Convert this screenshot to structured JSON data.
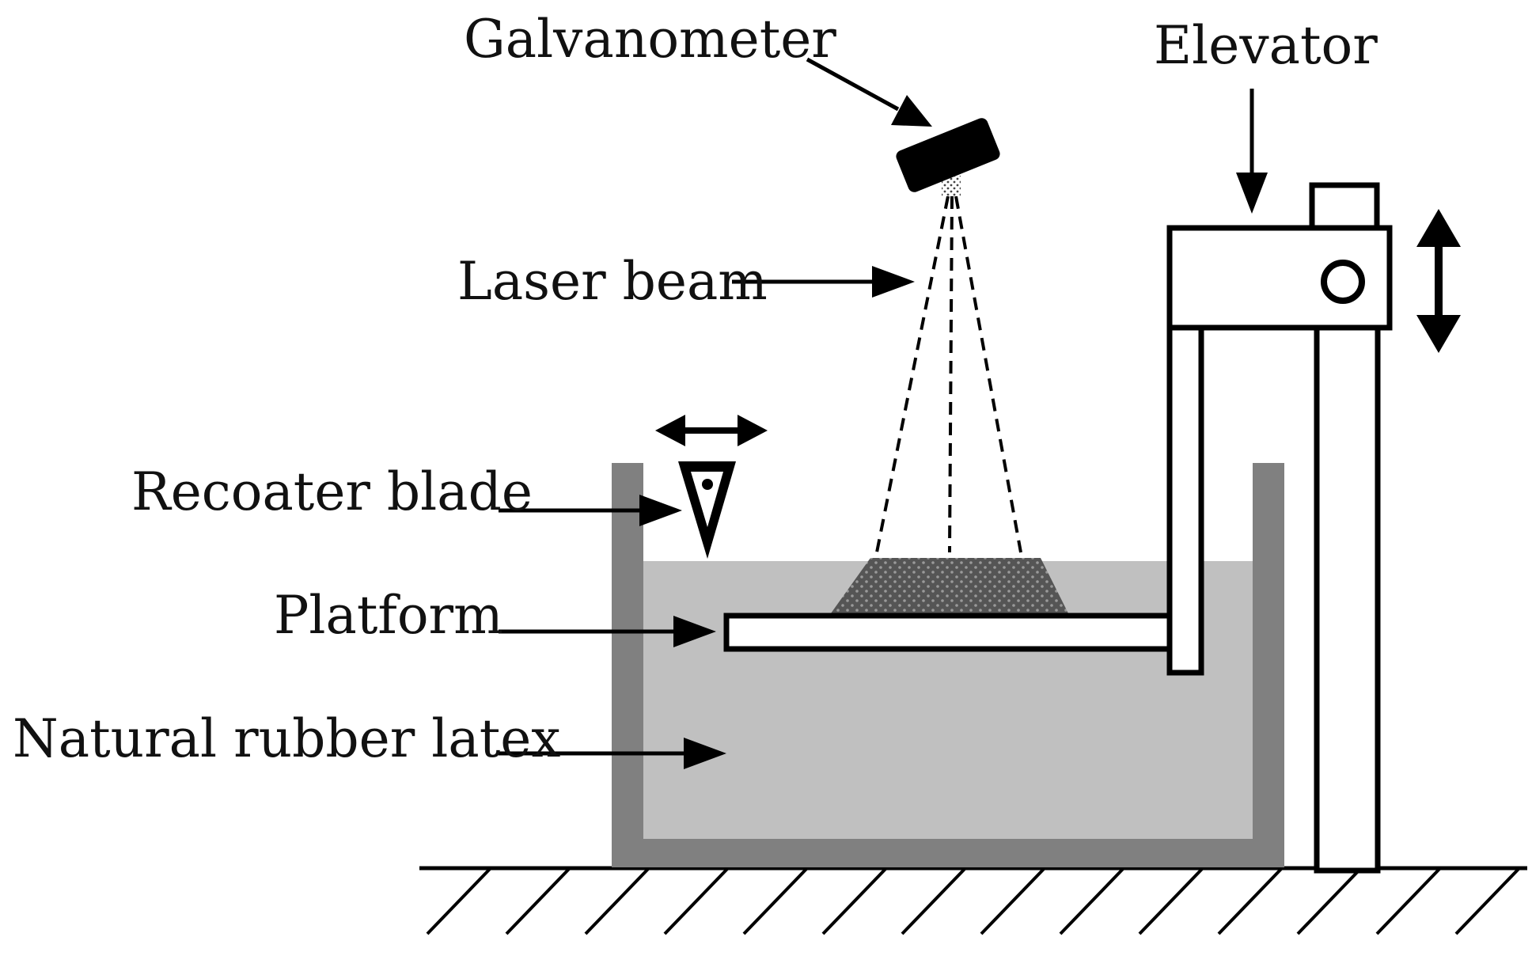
{
  "labels": {
    "galvanometer": "Galvanometer",
    "elevator": "Elevator",
    "laser_beam": "Laser beam",
    "recoater_blade": "Recoater blade",
    "platform": "Platform",
    "natural_rubber_latex": "Natural rubber latex"
  },
  "colors": {
    "ink": "#000000",
    "tank_wall": "#808080",
    "latex": "#c0c0c0",
    "printed_part": "#555555",
    "background": "#ffffff"
  },
  "icons": {
    "elevator_motion": "double-arrow-vertical",
    "recoater_motion": "double-arrow-horizontal"
  }
}
